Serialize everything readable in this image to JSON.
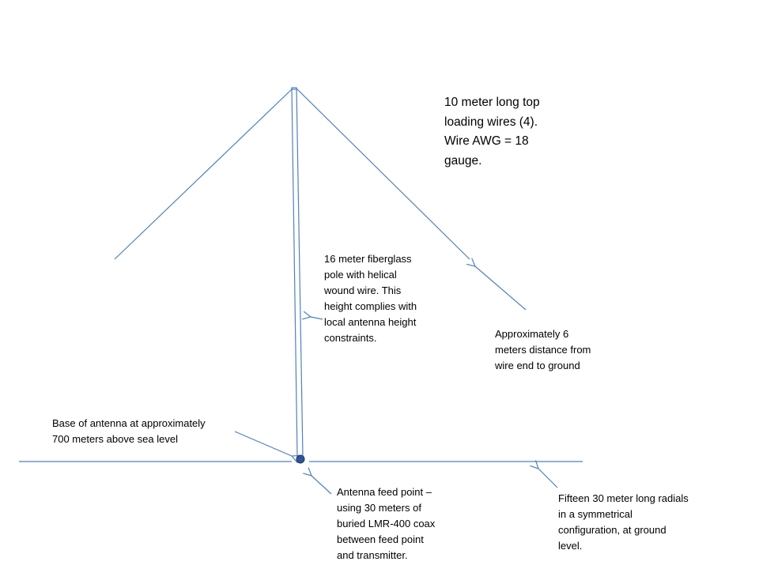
{
  "colors": {
    "line": "#4f81bd",
    "feed_point": "#2f5597",
    "text": "#000000",
    "background": "#ffffff"
  },
  "labels": {
    "top_wires": [
      "10 meter long top",
      "loading wires (4).",
      "Wire AWG = 18",
      "gauge."
    ],
    "pole": [
      "16 meter fiberglass",
      "pole with helical",
      "wound wire. This",
      "height complies with",
      "local antenna height",
      "constraints."
    ],
    "wire_end": [
      "Approximately 6",
      "meters distance from",
      "wire end to ground"
    ],
    "base": [
      "Base of antenna at approximately",
      "700 meters above sea level"
    ],
    "feed": [
      "Antenna feed point –",
      "using 30 meters of",
      "buried LMR-400 coax",
      "between feed point",
      "and transmitter."
    ],
    "radials": [
      "Fifteen 30 meter long radials",
      "in a symmetrical",
      "configuration,  at ground",
      "level."
    ]
  }
}
